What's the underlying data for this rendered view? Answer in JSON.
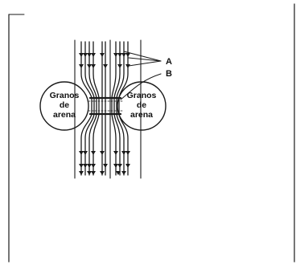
{
  "diagram": {
    "left_grain_label": [
      "Granos",
      "de",
      "arena"
    ],
    "right_grain_label": [
      "Granos",
      "de",
      "arena"
    ],
    "label_a": "A",
    "label_b": "B"
  },
  "colors": {
    "ink": "#1a1a1a",
    "paper": "#ffffff"
  }
}
